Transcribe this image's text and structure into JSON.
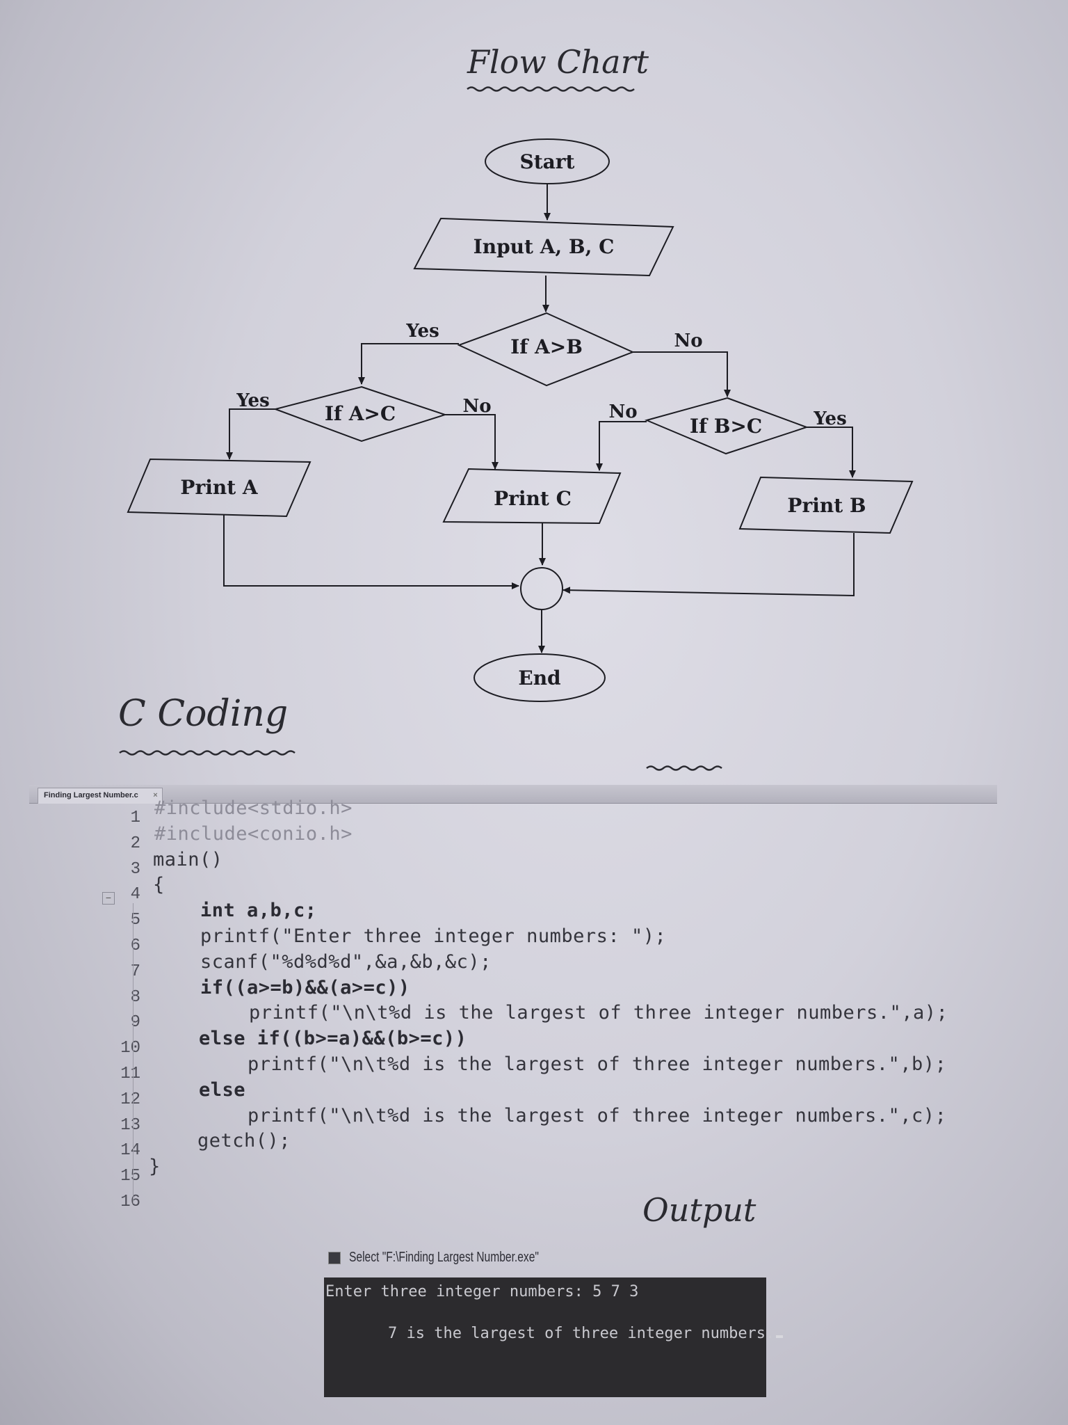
{
  "headings": {
    "flow_chart": "Flow Chart",
    "c_coding": "C Coding",
    "output": "Output"
  },
  "flowchart": {
    "start": "Start",
    "input": "Input A, B, C",
    "decision_ab": "If A>B",
    "decision_ac": "If A>C",
    "decision_bc": "If B>C",
    "print_a": "Print A",
    "print_b": "Print B",
    "print_c": "Print C",
    "end": "End",
    "labels": {
      "ab_yes": "Yes",
      "ab_no": "No",
      "ac_yes": "Yes",
      "ac_no": "No",
      "bc_no": "No",
      "bc_yes": "Yes"
    }
  },
  "editor": {
    "tab_title": "Finding Largest Number.c",
    "tab_close": "×",
    "fold_marker": "−",
    "line_numbers": [
      "1",
      "2",
      "3",
      "4",
      "5",
      "6",
      "7",
      "8",
      "9",
      "10",
      "11",
      "12",
      "13",
      "14",
      "15",
      "16"
    ],
    "lines": [
      "#include<stdio.h>",
      "#include<conio.h>",
      "main()",
      "{",
      "int a,b,c;",
      "printf(\"Enter three integer numbers: \");",
      "scanf(\"%d%d%d\",&a,&b,&c);",
      "if((a>=b)&&(a>=c))",
      "printf(\"\\n\\t%d is the largest of three integer numbers.\",a);",
      "else if((b>=a)&&(b>=c))",
      "printf(\"\\n\\t%d is the largest of three integer numbers.\",b);",
      "else",
      "printf(\"\\n\\t%d is the largest of three integer numbers.\",c);",
      "getch();",
      "}",
      ""
    ]
  },
  "console": {
    "title": "Select \"F:\\Finding Largest Number.exe\"",
    "line1": "Enter three integer numbers: 5 7 3",
    "line2": "7 is the largest of three integer numbers."
  }
}
